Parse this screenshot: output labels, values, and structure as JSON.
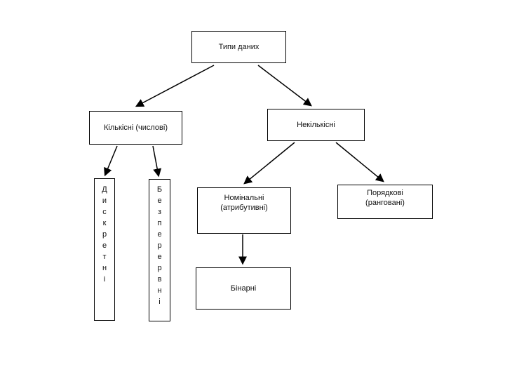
{
  "diagram": {
    "title": "Типи даних",
    "nodes": {
      "root": {
        "label": "Типи даних"
      },
      "quantitative": {
        "label": "Кількісні (числові)"
      },
      "nonquantitative": {
        "label": "Некількісні"
      },
      "discrete": {
        "label": "Дискретні",
        "display_vertical": "Д\nи\nс\nк\nр\nе\nт\nн\nі"
      },
      "continuous": {
        "label": "Безперервні",
        "display_vertical": "Б\nе\nз\nп\nе\nр\nе\nр\nв\nн\nі"
      },
      "nominal": {
        "label": "Номінальні\n(атрибутивні)"
      },
      "ordinal": {
        "label": "Порядкові\n(ранговані)"
      },
      "binary": {
        "label": "Бінарні"
      }
    },
    "edges": [
      {
        "from": "root",
        "to": "quantitative"
      },
      {
        "from": "root",
        "to": "nonquantitative"
      },
      {
        "from": "quantitative",
        "to": "discrete"
      },
      {
        "from": "quantitative",
        "to": "continuous"
      },
      {
        "from": "nonquantitative",
        "to": "nominal"
      },
      {
        "from": "nonquantitative",
        "to": "ordinal"
      },
      {
        "from": "nominal",
        "to": "binary"
      }
    ],
    "colors": {
      "border": "#000000",
      "text": "#111111",
      "background": "#ffffff"
    }
  }
}
